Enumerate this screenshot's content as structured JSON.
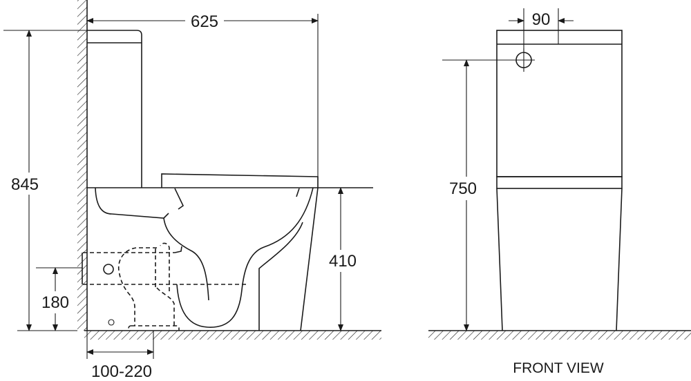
{
  "drawing": {
    "side_view": {
      "dimensions": {
        "depth": "625",
        "total_height": "845",
        "outlet_height": "180",
        "seat_height": "410",
        "rough_in": "100-220"
      }
    },
    "front_view": {
      "caption": "FRONT VIEW",
      "dimensions": {
        "inlet_offset": "90",
        "inlet_height": "750"
      }
    }
  }
}
